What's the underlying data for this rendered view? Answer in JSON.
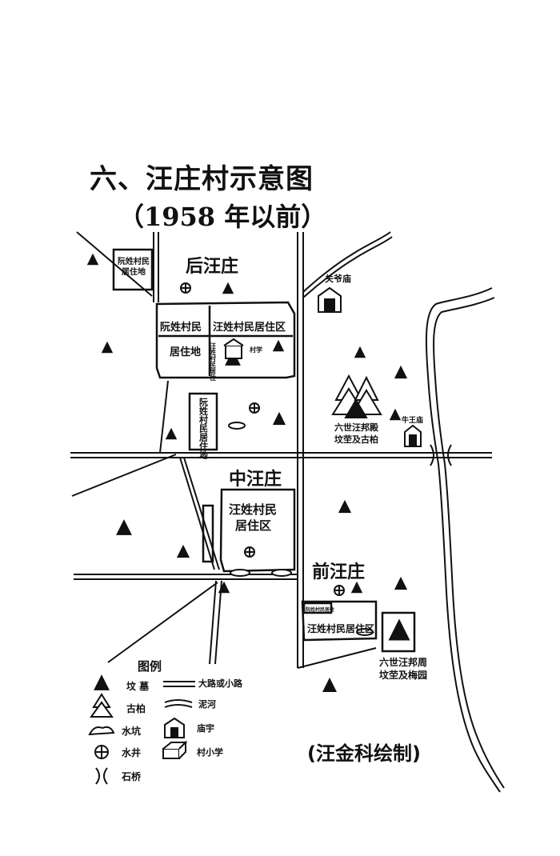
{
  "title": "六、汪庄村示意图",
  "subtitle": "（1958 年以前）",
  "areas": {
    "hou_wangzhuang": "后汪庄",
    "zhong_wangzhuang": "中汪庄",
    "qian_wangzhuang": "前汪庄",
    "ruan_residence_nw_1": "阮姓村民",
    "ruan_residence_nw_2": "居住地",
    "ruan_block_a": "阮姓村民",
    "ruan_block_b": "居住地",
    "wang_block_north": "汪姓村民居住区",
    "ruan_vertical": "阮姓村民居住地",
    "wang_middle_1": "汪姓村民",
    "wang_middle_2": "居住区",
    "wang_south": "汪姓村民居住区",
    "small_vertical": "汪姓村民居住",
    "school_small": "村学",
    "south_small_box": "阮姓村民居住"
  },
  "landmarks": {
    "guandi_temple": "关爷庙",
    "niuwang_temple": "牛王庙",
    "tomb_cypress_1": "六世汪邦殿",
    "tomb_cypress_2": "坟茔及古柏",
    "tomb_garden_1": "六世汪邦周",
    "tomb_garden_2": "坟茔及梅园"
  },
  "legend": {
    "heading": "图例",
    "grave": "坟 墓",
    "cypress": "古柏",
    "pit": "水坑",
    "well": "水井",
    "bridge": "石桥",
    "road": "大路或小路",
    "river": "泥河",
    "temple": "庙宇",
    "school": "村小学"
  },
  "credit": "(汪金科绘制)"
}
